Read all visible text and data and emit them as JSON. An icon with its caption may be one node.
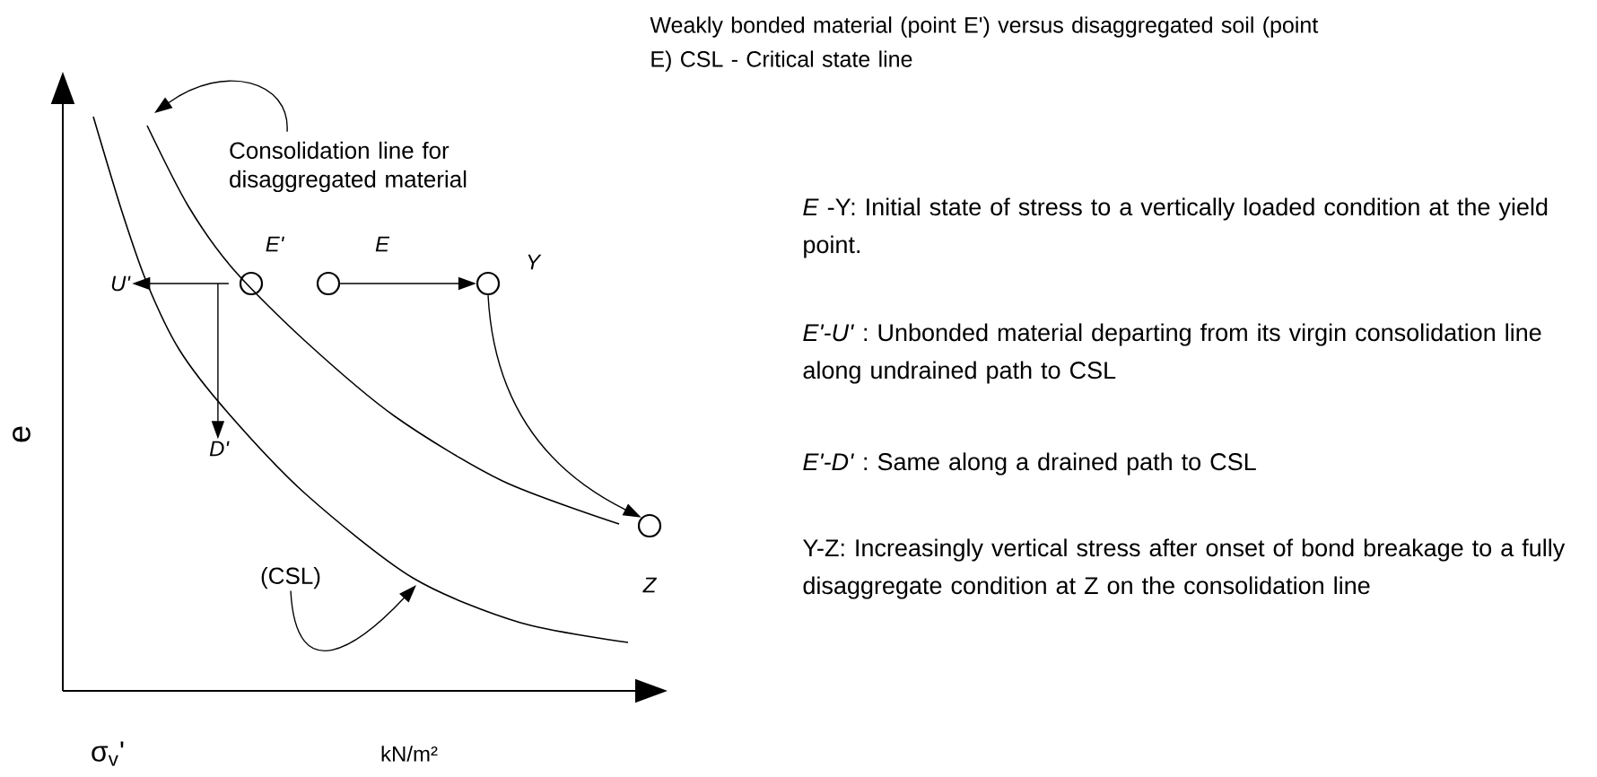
{
  "diagram": {
    "title": "Weakly bonded material (point E') versus disaggregated soil (point E) CSL - Critical state line",
    "nodes": [
      {
        "text": [
          "Consolidation line for disaggregated material"
        ]
      },
      {
        "text": [],
        "shape": "circle",
        "beside": [
          "E'"
        ]
      },
      {
        "text": [],
        "shape": "circle",
        "beside": [
          "E"
        ]
      },
      {
        "text": [],
        "shape": "circle",
        "beside": [
          "Y"
        ]
      },
      {
        "text": [],
        "shape": "circle",
        "beside": [
          "Z"
        ]
      },
      {
        "text": [
          "U'"
        ]
      },
      {
        "text": [
          "D'"
        ]
      },
      {
        "text": [
          "(CSL)"
        ]
      }
    ],
    "edges": [
      {
        "from": 0,
        "to": null,
        "arrow": "to"
      },
      {
        "from": 1,
        "to": 5,
        "arrow": "to"
      },
      {
        "from": 1,
        "to": 6,
        "arrow": "to"
      },
      {
        "from": 2,
        "to": 3,
        "arrow": "to"
      },
      {
        "from": 3,
        "to": 4,
        "arrow": "to"
      },
      {
        "from": 7,
        "to": null,
        "arrow": "to"
      }
    ],
    "labels": [
      "*E* -Y:  Initial state of stress to a vertically loaded condition at the yield point.",
      "*E'-U'*  : Unbonded material departing from its virgin consolidation line along undrained path to  CSL",
      "*E'-D'*  : Same along a drained path to CSL",
      "Y-Z: Increasingly vertical stress after onset of bond breakage to a fully disaggregate condition at Z on the consolidation line",
      "e",
      "σ$_{v}$'",
      "kN/m²"
    ]
  }
}
